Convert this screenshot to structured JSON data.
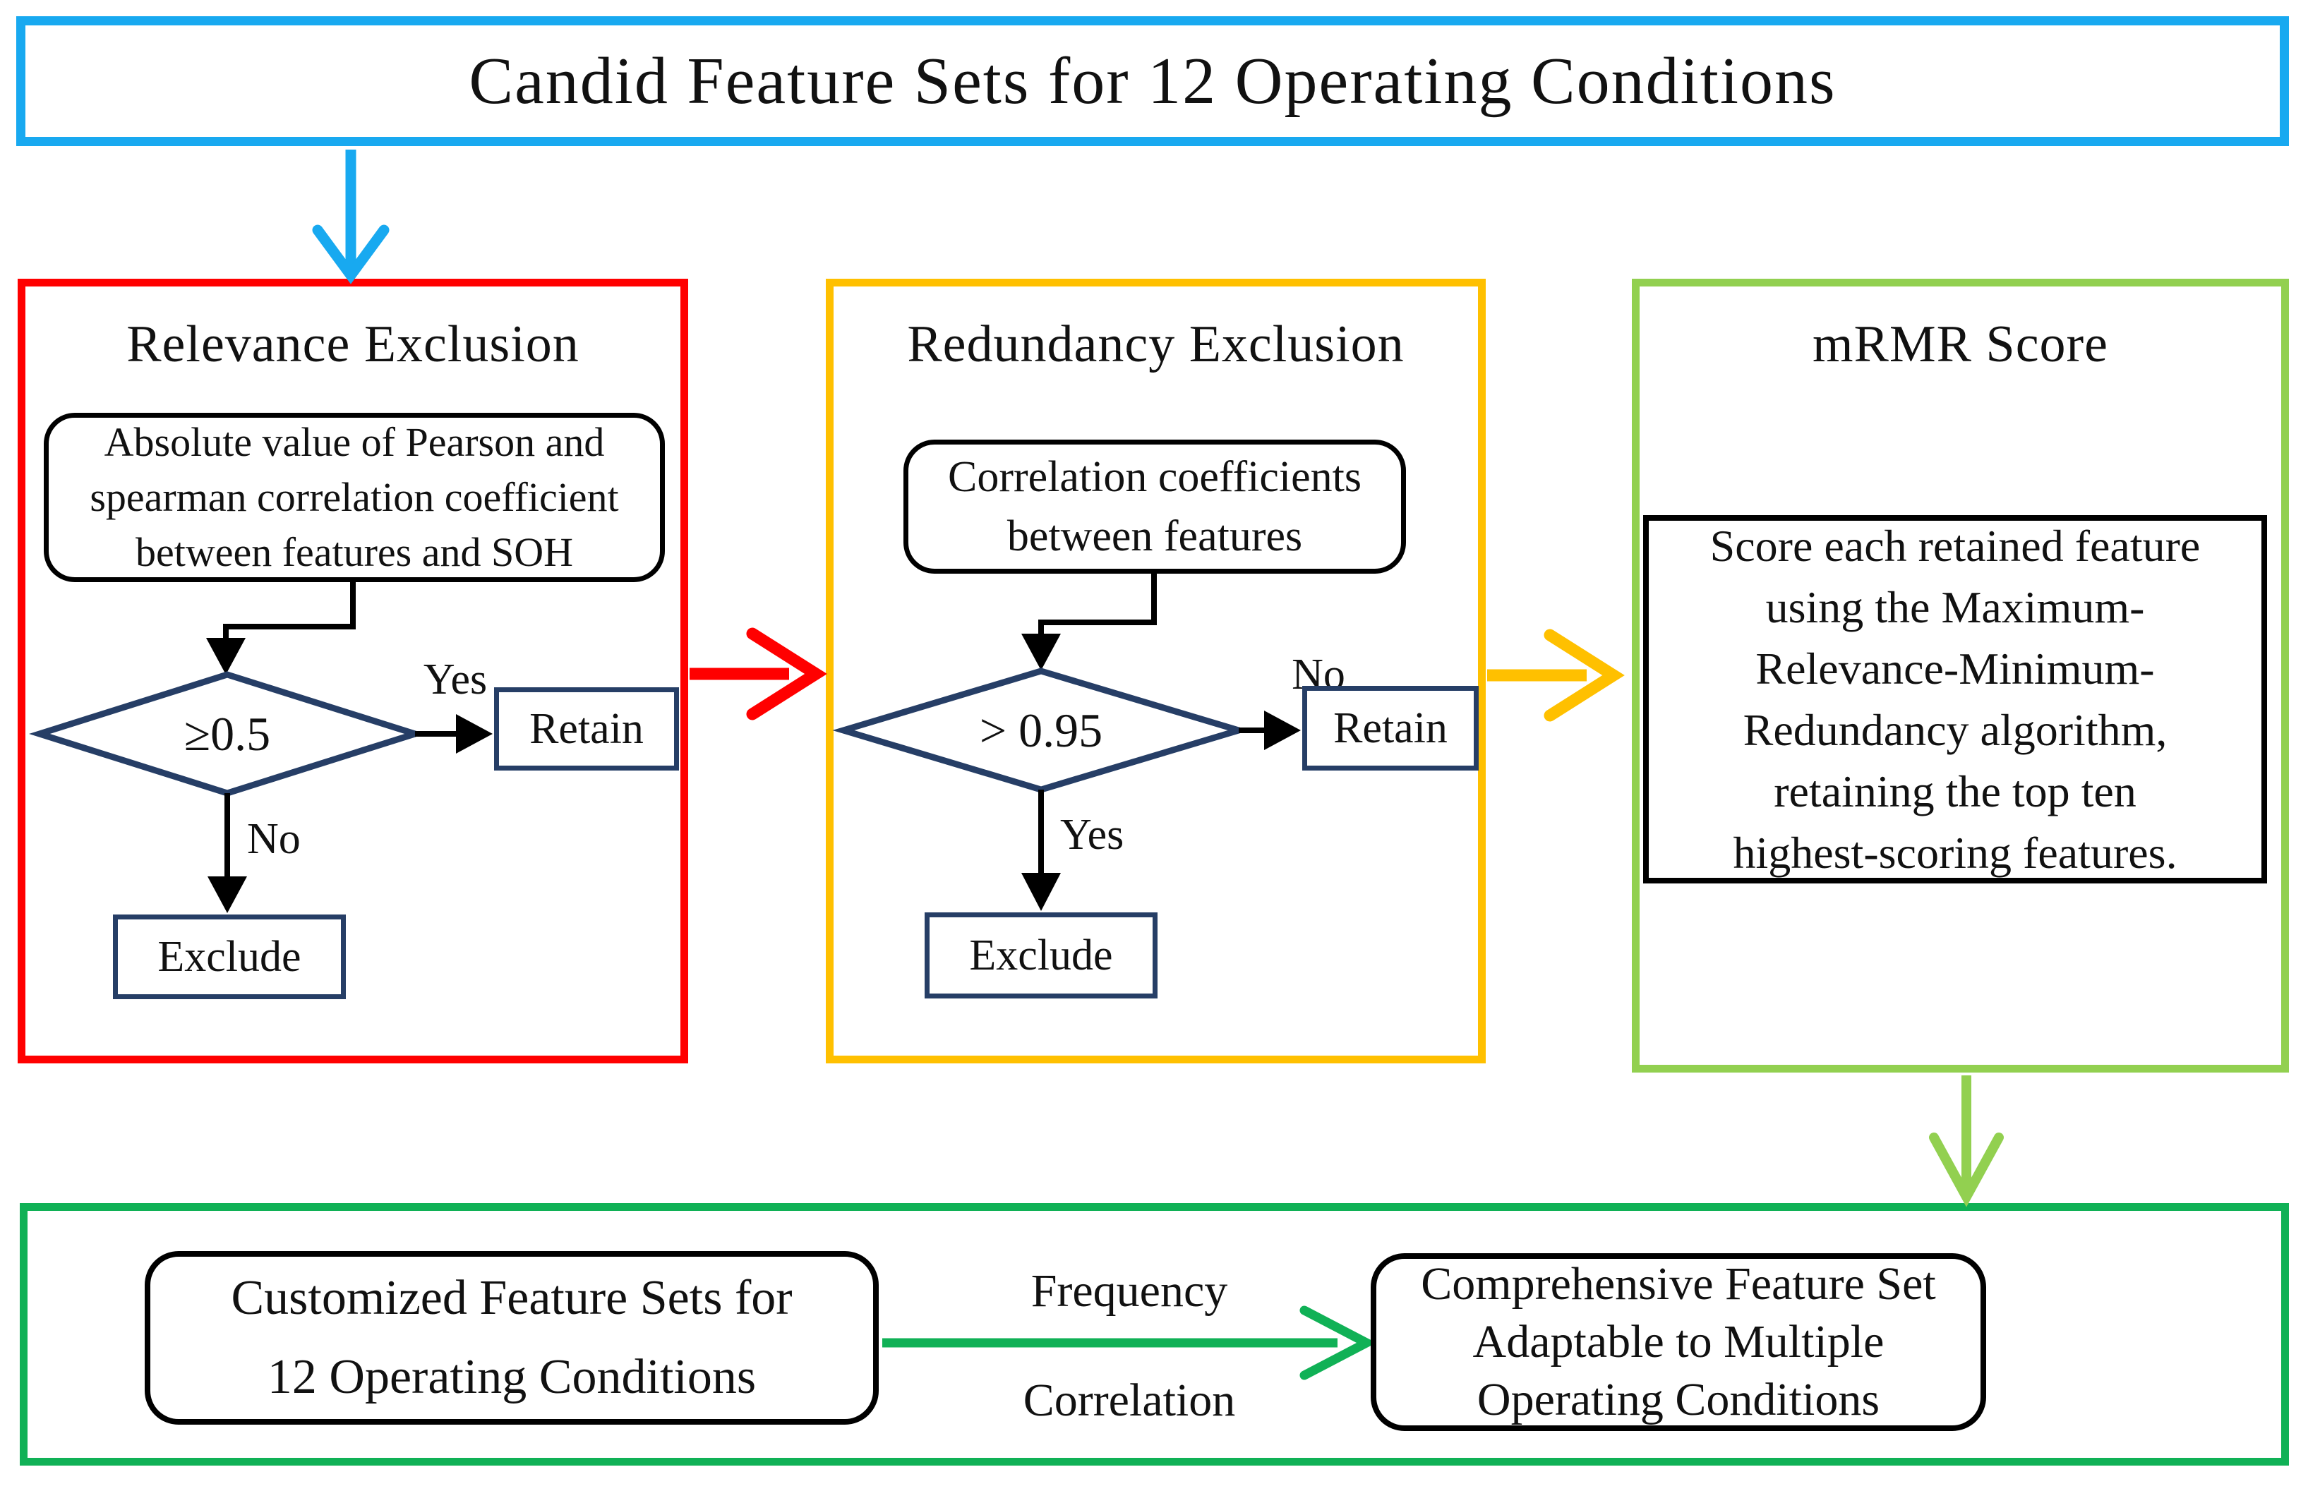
{
  "title": {
    "text": "Candid Feature Sets for 12 Operating Conditions"
  },
  "colors": {
    "title_border": "#18A9F0",
    "relevance_border": "#FF0000",
    "redundancy_border": "#FFC000",
    "mrmr_border": "#92D050",
    "output_border": "#10B156",
    "decision_border": "#263E66",
    "connector": "#000000"
  },
  "panels": {
    "relevance": {
      "title": "Relevance Exclusion",
      "input_lines": [
        "Absolute value of Pearson and",
        "spearman correlation coefficient",
        "between features and SOH"
      ],
      "condition": "≥0.5",
      "yes_label": "Yes",
      "no_label": "No",
      "retain_label": "Retain",
      "exclude_label": "Exclude"
    },
    "redundancy": {
      "title": "Redundancy Exclusion",
      "input_lines": [
        "Correlation coefficients",
        "between features"
      ],
      "condition": "> 0.95",
      "no_label": "No",
      "yes_label": "Yes",
      "retain_label": "Retain",
      "exclude_label": "Exclude"
    },
    "mrmr": {
      "title": "mRMR Score",
      "body_lines": [
        "Score each retained feature",
        "using the Maximum-",
        "Relevance-Minimum-",
        "Redundancy algorithm,",
        "retaining the top ten",
        "highest-scoring features."
      ]
    },
    "output": {
      "left_lines": [
        "Customized Feature Sets for",
        "12 Operating Conditions"
      ],
      "arrow_top_label": "Frequency",
      "arrow_bottom_label": "Correlation",
      "right_lines": [
        "Comprehensive Feature Set",
        "Adaptable to Multiple",
        "Operating Conditions"
      ]
    }
  }
}
